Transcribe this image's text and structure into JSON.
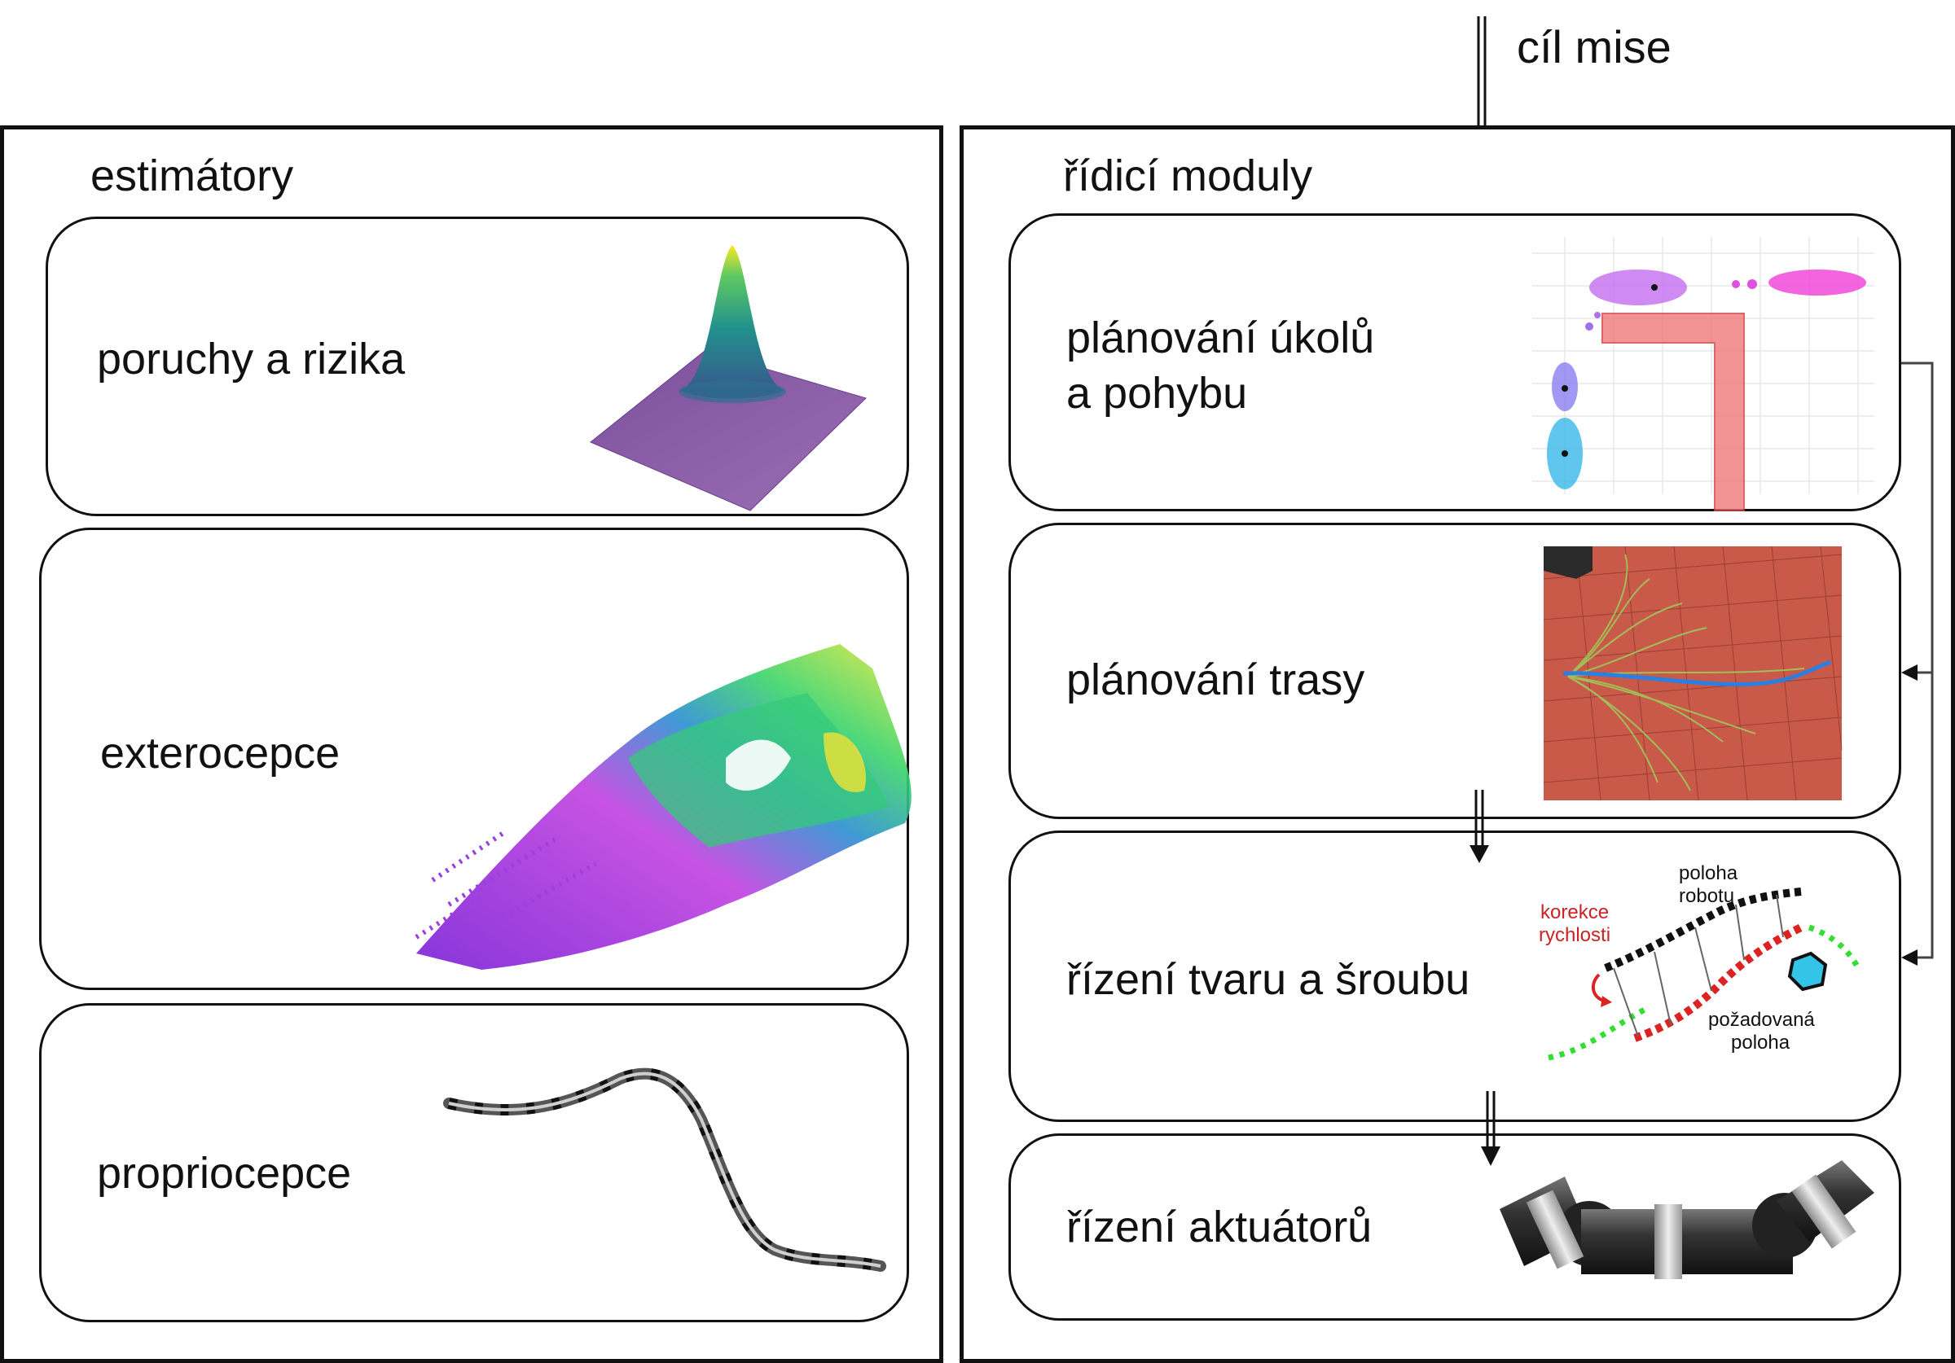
{
  "mission_goal": "cíl mise",
  "estimators": {
    "title": "estimátory",
    "cards": [
      {
        "label": "poruchy a rizika"
      },
      {
        "label": "exterocepce"
      },
      {
        "label": "propriocepce"
      }
    ]
  },
  "control": {
    "title": "řídicí moduly",
    "cards": [
      {
        "label_line1": "plánování úkolů",
        "label_line2": "a pohybu"
      },
      {
        "label": "plánování trasy"
      },
      {
        "label": "řízení tvaru a šroubu",
        "annotations": {
          "robot_pose_1": "poloha",
          "robot_pose_2": "robotu",
          "speed_corr_1": "korekce",
          "speed_corr_2": "rychlosti",
          "desired_1": "požadovaná",
          "desired_2": "poloha"
        }
      },
      {
        "label": "řízení aktuátorů"
      }
    ]
  },
  "colors": {
    "speed_correction": "#cc2222",
    "desired_path": "#22cc22",
    "obstacle": "#33c4e8"
  }
}
